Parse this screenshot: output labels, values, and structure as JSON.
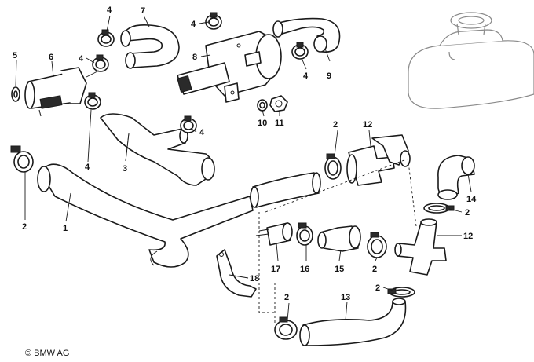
{
  "callouts": {
    "c1": "1",
    "c2a": "2",
    "c2b": "2",
    "c2c": "2",
    "c2d": "2",
    "c2e": "2",
    "c2f": "2",
    "c3": "3",
    "c4a": "4",
    "c4b": "4",
    "c4c": "4",
    "c4d": "4",
    "c4e": "4",
    "c4f": "4",
    "c5": "5",
    "c6": "6",
    "c7": "7",
    "c8": "8",
    "c9": "9",
    "c10": "10",
    "c11": "11",
    "c12a": "12",
    "c12b": "12",
    "c13": "13",
    "c14": "14",
    "c15": "15",
    "c16": "16",
    "c17": "17",
    "c18": "18"
  },
  "copyright": "© BMW AG"
}
